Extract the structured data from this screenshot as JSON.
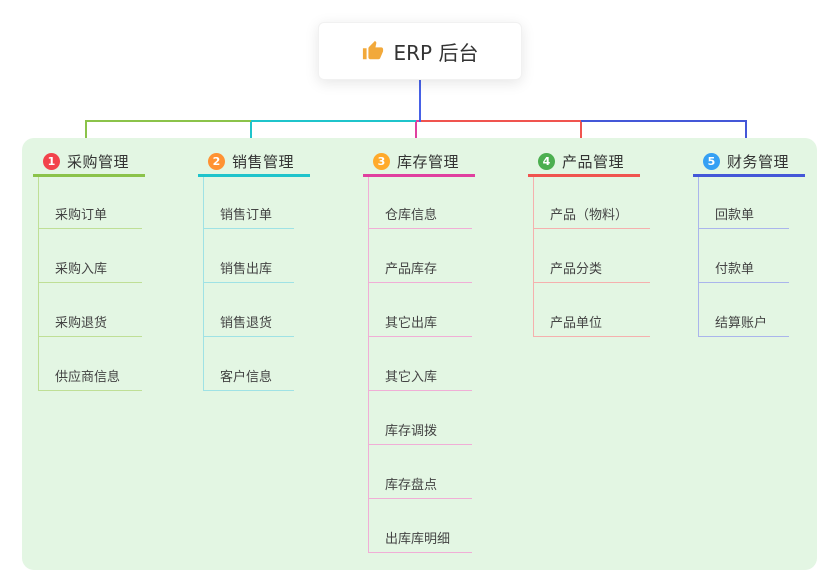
{
  "root": {
    "label": "ERP 后台",
    "icon": "thumbs-up"
  },
  "colors": {
    "canvas_bg": "#ffffff",
    "panel_bg": "#e3f6e3",
    "root_link": "#4761e6",
    "thumb": "#f2a93b",
    "header_text": "#333333",
    "child_text": "#444444"
  },
  "branches": [
    {
      "num": "1",
      "label": "采购管理",
      "color": "#8bc34a",
      "light": "#bfdf96",
      "badge": "#f2434b",
      "children": [
        "采购订单",
        "采购入库",
        "采购退货",
        "供应商信息"
      ]
    },
    {
      "num": "2",
      "label": "销售管理",
      "color": "#1fc4cb",
      "light": "#9fe2e5",
      "badge": "#ff9233",
      "children": [
        "销售订单",
        "销售出库",
        "销售退货",
        "客户信息"
      ]
    },
    {
      "num": "3",
      "label": "库存管理",
      "color": "#e0409f",
      "light": "#f0aed6",
      "badge": "#ffaa2b",
      "children": [
        "仓库信息",
        "产品库存",
        "其它出库",
        "其它入库",
        "库存调拨",
        "库存盘点",
        "出库库明细"
      ]
    },
    {
      "num": "4",
      "label": "产品管理",
      "color": "#f0544f",
      "light": "#f5b0ae",
      "badge": "#4caf50",
      "children": [
        "产品（物料）",
        "产品分类",
        "产品单位"
      ]
    },
    {
      "num": "5",
      "label": "财务管理",
      "color": "#4457d8",
      "light": "#aab5ec",
      "badge": "#35a0f4",
      "children": [
        "回款单",
        "付款单",
        "结算账户"
      ]
    }
  ]
}
